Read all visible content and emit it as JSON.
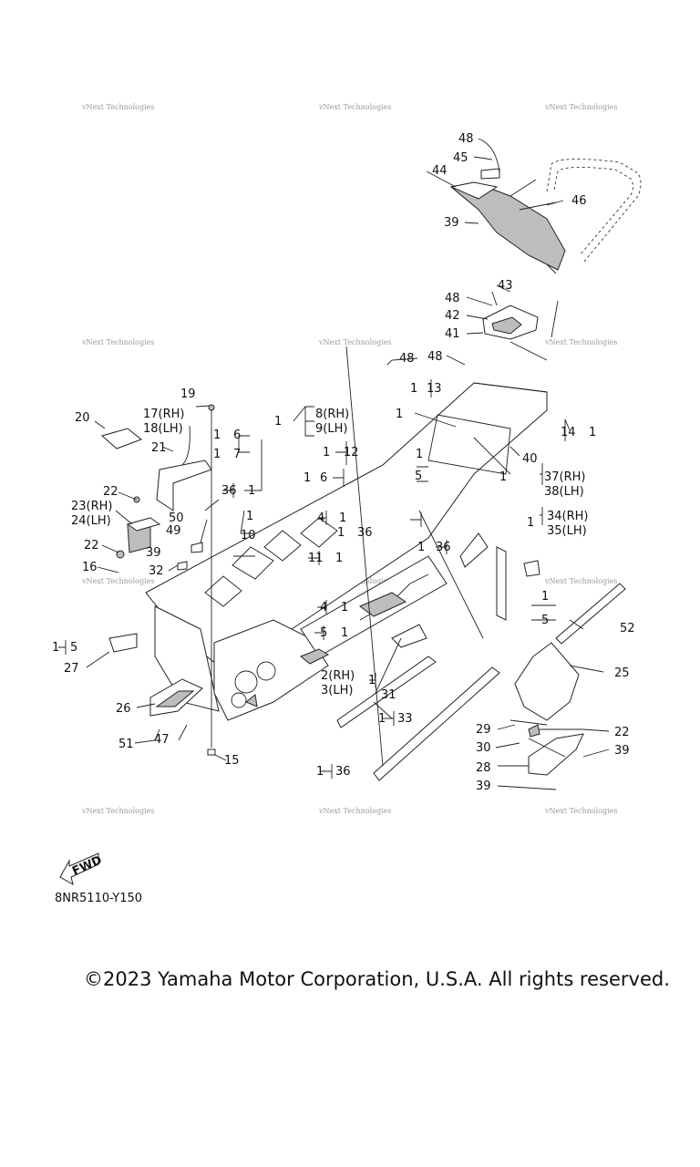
{
  "watermark": "vNext Technologies",
  "callouts": {
    "c1": "1",
    "c2rh": "2(RH)",
    "c3lh": "3(LH)",
    "c4": "4",
    "c5": "5",
    "c6": "6",
    "c7": "7",
    "c8rh": "8(RH)",
    "c9lh": "9(LH)",
    "c10": "10",
    "c11": "11",
    "c12": "12",
    "c13": "13",
    "c14": "14",
    "c15": "15",
    "c16": "16",
    "c17rh": "17(RH)",
    "c18lh": "18(LH)",
    "c19": "19",
    "c20": "20",
    "c21": "21",
    "c22": "22",
    "c23rh": "23(RH)",
    "c24lh": "24(LH)",
    "c25": "25",
    "c26": "26",
    "c27": "27",
    "c28": "28",
    "c29": "29",
    "c30": "30",
    "c31": "31",
    "c32": "32",
    "c33": "33",
    "c34rh": "34(RH)",
    "c35lh": "35(LH)",
    "c36": "36",
    "c37rh": "37(RH)",
    "c38lh": "38(LH)",
    "c39": "39",
    "c40": "40",
    "c41": "41",
    "c42": "42",
    "c43": "43",
    "c44": "44",
    "c45": "45",
    "c46": "46",
    "c47": "47",
    "c48": "48",
    "c49": "49",
    "c50": "50",
    "c51": "51",
    "c52": "52"
  },
  "fwd_label": "FWD",
  "drawing_code": "8NR5110-Y150",
  "copyright": "©2023 Yamaha Motor Corporation, U.S.A. All rights reserved."
}
